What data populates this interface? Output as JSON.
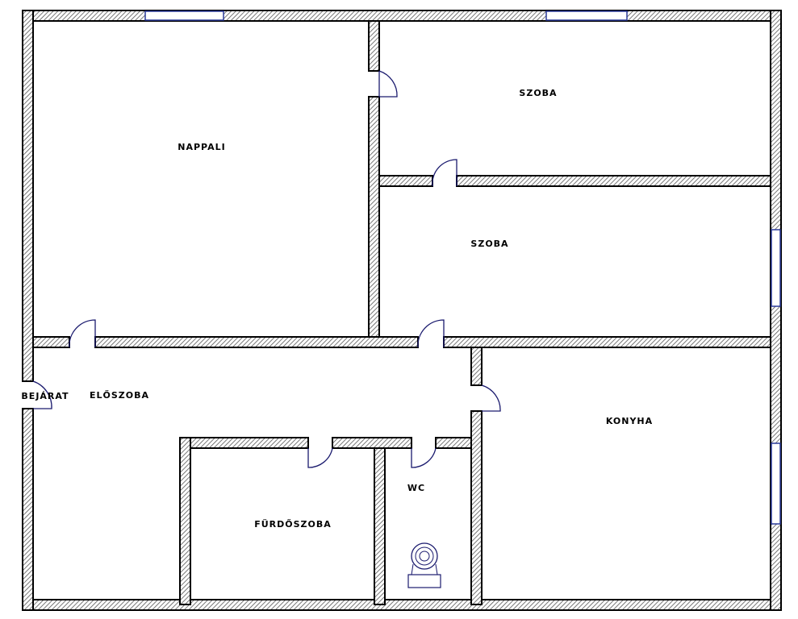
{
  "rooms": {
    "nappali": "NAPPALI",
    "szoba_1": "SZOBA",
    "szoba_2": "SZOBA",
    "bejarat": "BEJÁRAT",
    "eloszoba": "ELŐSZOBA",
    "konyha": "KONYHA",
    "wc": "WC",
    "furdoszoba": "FÜRDŐSZOBA"
  },
  "colors": {
    "wall": "#000000",
    "door": "#1a1a6e",
    "window": "#2a3a9a"
  }
}
